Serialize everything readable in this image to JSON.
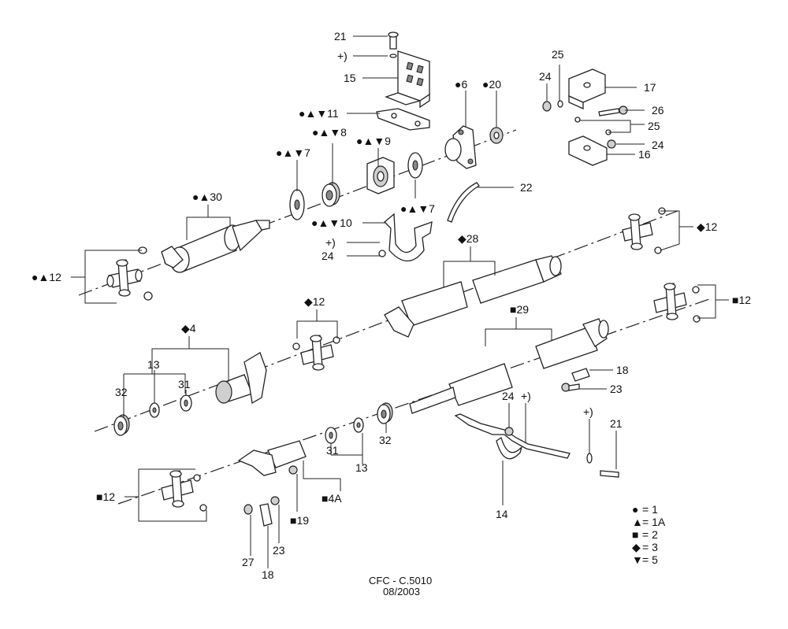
{
  "callouts": {
    "c21_top": "21",
    "cplus_top": "+)",
    "c15": "15",
    "c11": "●▲▼11",
    "c8": "●▲▼8",
    "c9": "●▲▼9",
    "c7_left": "●▲▼7",
    "c7_right": "●▲▼7",
    "c6": "●6",
    "c20": "●20",
    "c25_top": "25",
    "c24_top": "24",
    "c17": "17",
    "c26": "26",
    "c25_mid": "25",
    "c24_right": "24",
    "c16": "16",
    "c22": "22",
    "c30": "●▲30",
    "c10": "●▲▼10",
    "cplus_10": "+)",
    "c24_10": "24",
    "c12_left": "●▲12",
    "c12_right_top": "◆12",
    "c28": "◆28",
    "c12_mid": "◆12",
    "c4": "◆4",
    "c12_sq_right": "■12",
    "c29": "■29",
    "c13_left": "13",
    "c32_left": "32",
    "c31_left": "31",
    "c18_right": "18",
    "c23_right": "23",
    "c24_14": "24",
    "cplus_14": "+)",
    "cplus_21": "+)",
    "c21_bottom": "21",
    "c31_mid": "31",
    "c32_mid": "32",
    "c13_mid": "13",
    "c4a": "■4A",
    "c12_sq_left": "■12",
    "c19": "■19",
    "c14": "14",
    "c27": "27",
    "c23_bottom": "23",
    "c18_bottom": "18"
  },
  "legend": [
    {
      "symbol": "●",
      "value": "= 1"
    },
    {
      "symbol": "▲",
      "value": "= 1A"
    },
    {
      "symbol": "■",
      "value": "= 2"
    },
    {
      "symbol": "◆",
      "value": "= 3"
    },
    {
      "symbol": "▼",
      "value": "= 5"
    }
  ],
  "footer": {
    "code": "CFC - C.5010",
    "date": "08/2003"
  }
}
